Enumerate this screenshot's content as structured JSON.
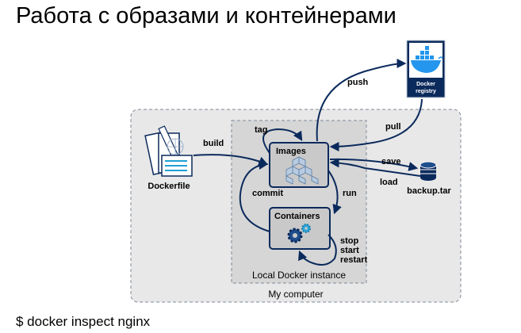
{
  "slide": {
    "title": "Работа с образами и контейнерами",
    "footer": "$ docker inspect nginx"
  },
  "diagram": {
    "my_computer": "My computer",
    "local_instance": "Local Docker instance",
    "dockerfile": "Dockerfile",
    "images": "Images",
    "containers": "Containers",
    "registry_line1": "Docker",
    "registry_line2": "registry",
    "backup": "backup.tar",
    "arrows": {
      "build": "build",
      "tag": "tag",
      "push": "push",
      "pull": "pull",
      "save": "save",
      "load": "load",
      "run": "run",
      "commit": "commit",
      "stop": "stop",
      "start": "start",
      "restart": "restart"
    }
  },
  "colors": {
    "navy": "#0b2a5c",
    "region_bg": "#e8e8e8",
    "box_bg": "#c9c9c9",
    "docker_blue": "#2496ed"
  }
}
